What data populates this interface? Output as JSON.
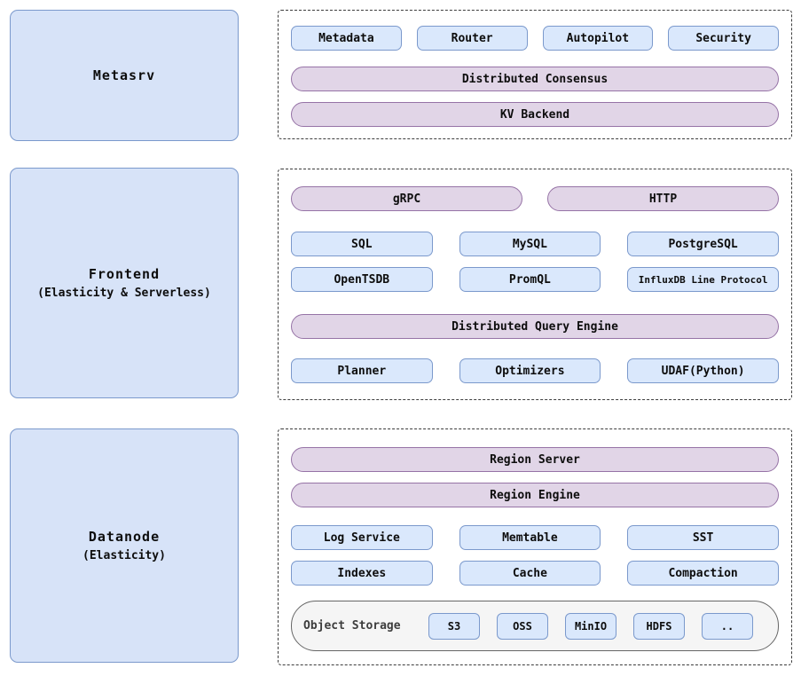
{
  "palette": {
    "blue_box_fill": "#dae8fc",
    "blue_box_border": "#7b99cc",
    "side_box_fill": "#d7e3f8",
    "purple_pill_fill": "#e1d5e7",
    "purple_pill_border": "#9673a6",
    "storage_bar_fill": "#f5f5f5",
    "storage_bar_border": "#666666"
  },
  "metasrv": {
    "title": "Metasrv",
    "components": [
      "Metadata",
      "Router",
      "Autopilot",
      "Security"
    ],
    "consensus": "Distributed Consensus",
    "kv_backend": "KV Backend"
  },
  "frontend": {
    "title": "Frontend",
    "subtitle": "(Elasticity & Serverless)",
    "grpc": "gRPC",
    "http": "HTTP",
    "protocols_row1": [
      "SQL",
      "MySQL",
      "PostgreSQL"
    ],
    "protocols_row2": [
      "OpenTSDB",
      "PromQL",
      "InfluxDB Line Protocol"
    ],
    "query_engine": "Distributed Query Engine",
    "engine_components": [
      "Planner",
      "Optimizers",
      "UDAF(Python)"
    ]
  },
  "datanode": {
    "title": "Datanode",
    "subtitle": "(Elasticity)",
    "region_server": "Region Server",
    "region_engine": "Region Engine",
    "storage_row1": [
      "Log Service",
      "Memtable",
      "SST"
    ],
    "storage_row2": [
      "Indexes",
      "Cache",
      "Compaction"
    ],
    "object_storage": {
      "label": "Object Storage",
      "backends": [
        "S3",
        "OSS",
        "MinIO",
        "HDFS",
        ".."
      ]
    }
  }
}
